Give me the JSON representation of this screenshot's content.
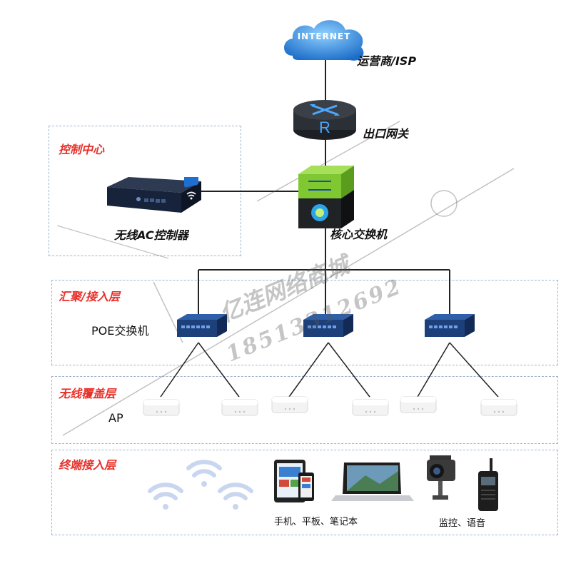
{
  "internet": {
    "cloud_text": "INTERNET",
    "label": "运营商/ISP"
  },
  "gateway": {
    "glyph": "R",
    "label": "出口网关"
  },
  "core_switch": {
    "label": "核心交换机"
  },
  "control_center": {
    "title": "控制中心",
    "ac_label": "无线AC控制器"
  },
  "aggregation": {
    "title": "汇聚/接入层",
    "poe_label": "POE交换机"
  },
  "wireless": {
    "title": "无线覆盖层",
    "ap_label": "AP"
  },
  "terminal": {
    "title": "终端接入层",
    "devices_label": "手机、平板、笔记本",
    "monitor_label": "监控、语音"
  },
  "watermark": {
    "line1": "亿连网络商城",
    "line2": "18513312692"
  },
  "colors": {
    "zone_title": "#e8302a",
    "zone_border": "#9fb4cc",
    "cloud": "#2a7fd4",
    "router": "#2b2f36",
    "core": "#7fc832",
    "switch": "#1d3f7a",
    "wifi": "#c9d6ef"
  }
}
